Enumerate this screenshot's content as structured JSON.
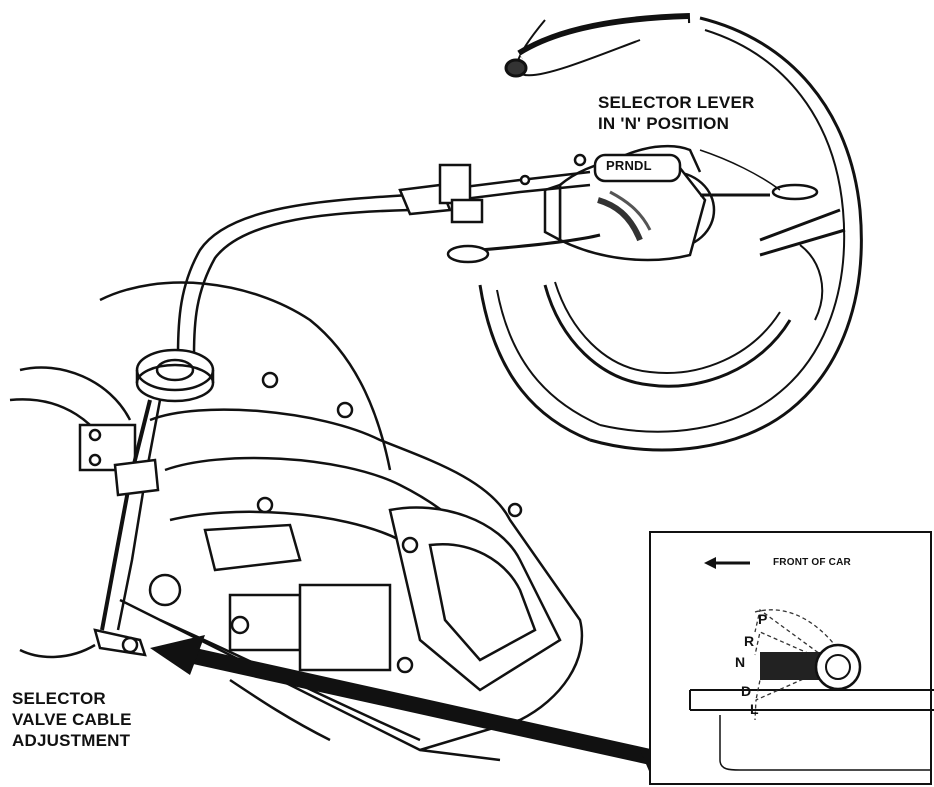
{
  "labels": {
    "selector_lever_line1": "SELECTOR LEVER",
    "selector_lever_line2": "IN 'N' POSITION",
    "gear_indicator": "PRNDL",
    "cable_adjust_line1": "SELECTOR",
    "cable_adjust_line2": "VALVE CABLE",
    "cable_adjust_line3": "ADJUSTMENT"
  },
  "inset": {
    "front_label": "FRONT OF CAR",
    "positions": [
      "P",
      "R",
      "N",
      "D",
      "L"
    ],
    "selected_position": "N"
  },
  "colors": {
    "ink": "#111111",
    "paper": "#ffffff"
  }
}
